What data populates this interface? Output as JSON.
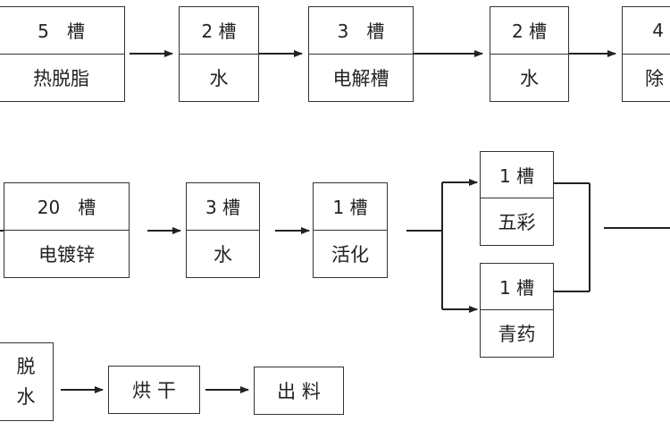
{
  "row1": [
    {
      "count": "5　槽",
      "name": "热脱脂"
    },
    {
      "count": "2 槽",
      "name": "水"
    },
    {
      "count": "3　槽",
      "name": "电解槽"
    },
    {
      "count": "2 槽",
      "name": "水"
    },
    {
      "count": "4",
      "name": "除"
    }
  ],
  "row2": [
    {
      "count": "20　槽",
      "name": "电镀锌"
    },
    {
      "count": "3 槽",
      "name": "水"
    },
    {
      "count": "1 槽",
      "name": "活化"
    }
  ],
  "branch": [
    {
      "count": "1 槽",
      "name": "五彩"
    },
    {
      "count": "1 槽",
      "name": "青药"
    }
  ],
  "row3": {
    "dewater": [
      "脱",
      "水"
    ],
    "dry": "烘 干",
    "output": "出 料"
  }
}
